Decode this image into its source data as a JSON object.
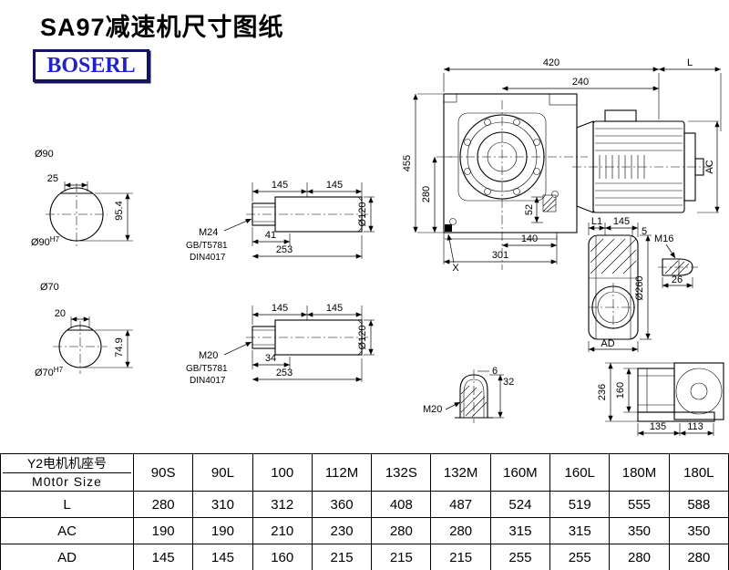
{
  "title": "SA97减速机尺寸图纸",
  "logo": "BOSERL",
  "colors": {
    "logo_text": "#2222cc",
    "logo_border": "#14145e",
    "line": "#000000"
  },
  "main_view": {
    "width_top": "420",
    "width_inner": "240",
    "motor_length": "L",
    "height_total": "455",
    "height_lower": "280",
    "motor_height": "AC",
    "dim_52": "52",
    "dim_140": "140",
    "dim_301": "301",
    "marker_x": "X"
  },
  "shaft_end_90": {
    "dia": "Ø90",
    "dim_25": "25",
    "dim_95_4": "95.4",
    "fit_dia": "Ø90",
    "fit_tol": "H7"
  },
  "shaft_end_70": {
    "dia": "Ø70",
    "dim_20": "20",
    "dim_74_9": "74.9",
    "fit_dia": "Ø70",
    "fit_tol": "H7"
  },
  "shaft_top": {
    "len_a": "145",
    "len_b": "145",
    "dia": "Ø120",
    "thread": "M24",
    "std_gb": "GB/T5781",
    "std_din": "DIN4017",
    "thread_len": "41",
    "total_len": "253"
  },
  "shaft_bottom": {
    "len_a": "145",
    "len_b": "145",
    "dia": "Ø120",
    "thread": "M20",
    "std_gb": "GB/T5781",
    "std_din": "DIN4017",
    "thread_len": "34",
    "total_len": "253"
  },
  "output_view": {
    "dim_l1": "L1",
    "dim_145": "145",
    "dim_5": "5",
    "thread": "M16",
    "dia": "Ø260",
    "dim_26": "26",
    "dim_ad": "AD"
  },
  "key_detail": {
    "thread": "M20",
    "dim_6": "6",
    "dim_32": "32"
  },
  "rear_view": {
    "dim_236": "236",
    "dim_160": "160",
    "dim_135": "135",
    "dim_113": "113"
  },
  "table": {
    "header_cn": "Y2电机机座号",
    "header_en": "M0t0r Size",
    "columns": [
      "90S",
      "90L",
      "100",
      "112M",
      "132S",
      "132M",
      "160M",
      "160L",
      "180M",
      "180L"
    ],
    "rows": [
      {
        "label": "L",
        "values": [
          "280",
          "310",
          "312",
          "360",
          "408",
          "487",
          "524",
          "519",
          "555",
          "588"
        ]
      },
      {
        "label": "AC",
        "values": [
          "190",
          "190",
          "210",
          "230",
          "280",
          "280",
          "315",
          "315",
          "350",
          "350"
        ]
      },
      {
        "label": "AD",
        "values": [
          "145",
          "145",
          "160",
          "215",
          "215",
          "215",
          "255",
          "255",
          "280",
          "280"
        ]
      }
    ]
  }
}
